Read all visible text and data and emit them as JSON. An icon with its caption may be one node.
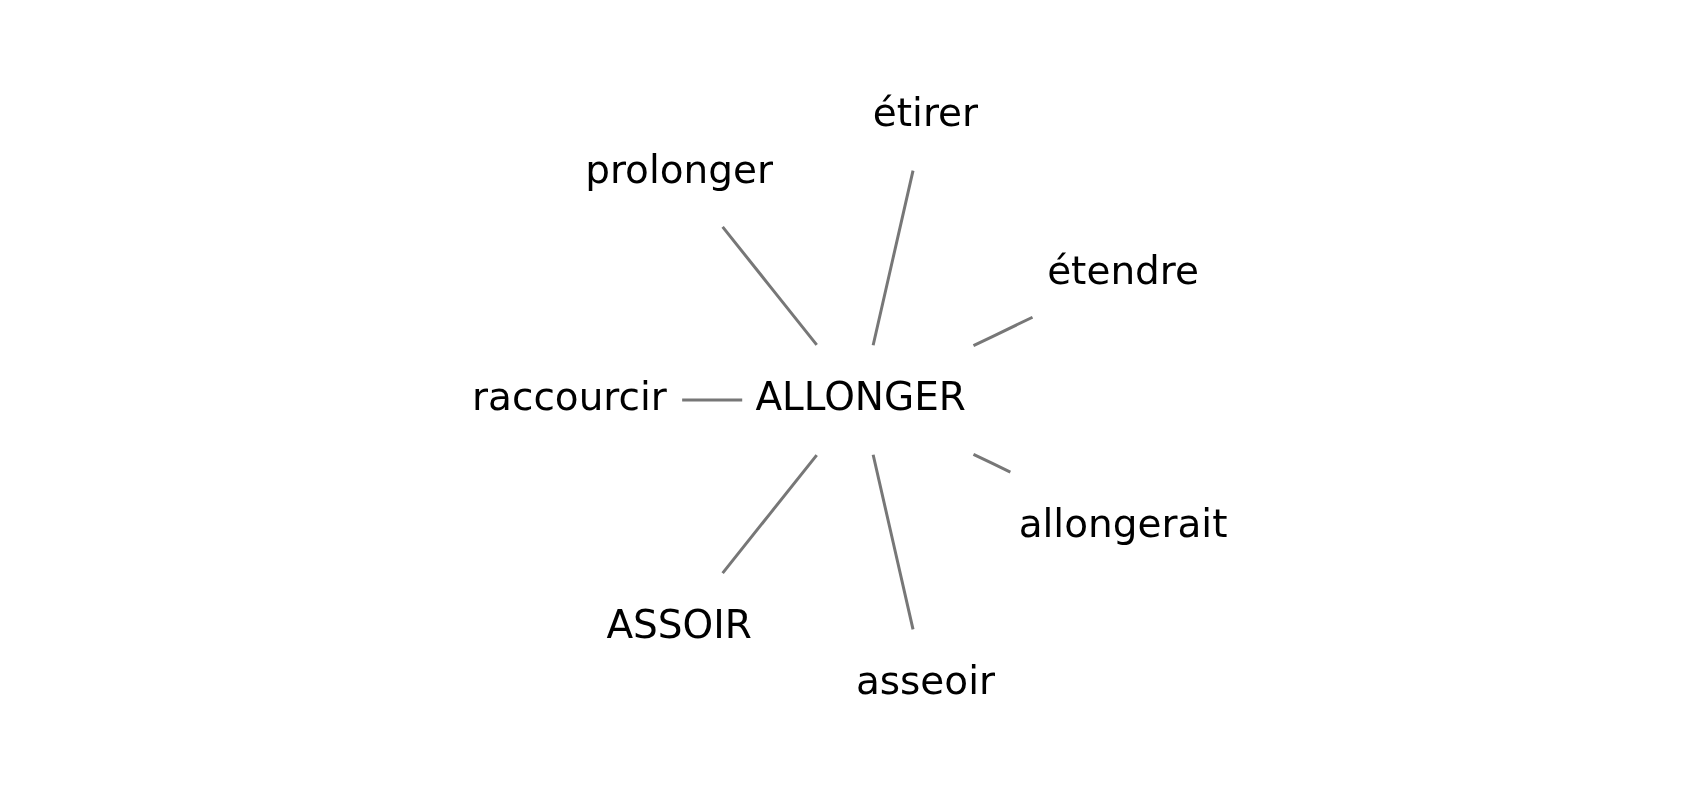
{
  "diagram": {
    "nodes": [
      {
        "text": [
          "ALLONGER"
        ]
      },
      {
        "text": [
          "étendre"
        ]
      },
      {
        "text": [
          "étirer"
        ]
      },
      {
        "text": [
          "prolonger"
        ]
      },
      {
        "text": [
          "raccourcir"
        ]
      },
      {
        "text": [
          "ASSOIR"
        ]
      },
      {
        "text": [
          "asseoir"
        ]
      },
      {
        "text": [
          "allongerait"
        ]
      }
    ],
    "edges": [
      {
        "from": 0,
        "to": 1,
        "arrow": "none"
      },
      {
        "from": 0,
        "to": 2,
        "arrow": "none"
      },
      {
        "from": 0,
        "to": 4,
        "arrow": "none"
      },
      {
        "from": 0,
        "to": 6,
        "arrow": "none"
      },
      {
        "from": 0,
        "to": 7,
        "arrow": "none"
      },
      {
        "from": 0,
        "to": 5,
        "arrow": "none"
      },
      {
        "from": 0,
        "to": 3,
        "arrow": "none"
      }
    ]
  }
}
